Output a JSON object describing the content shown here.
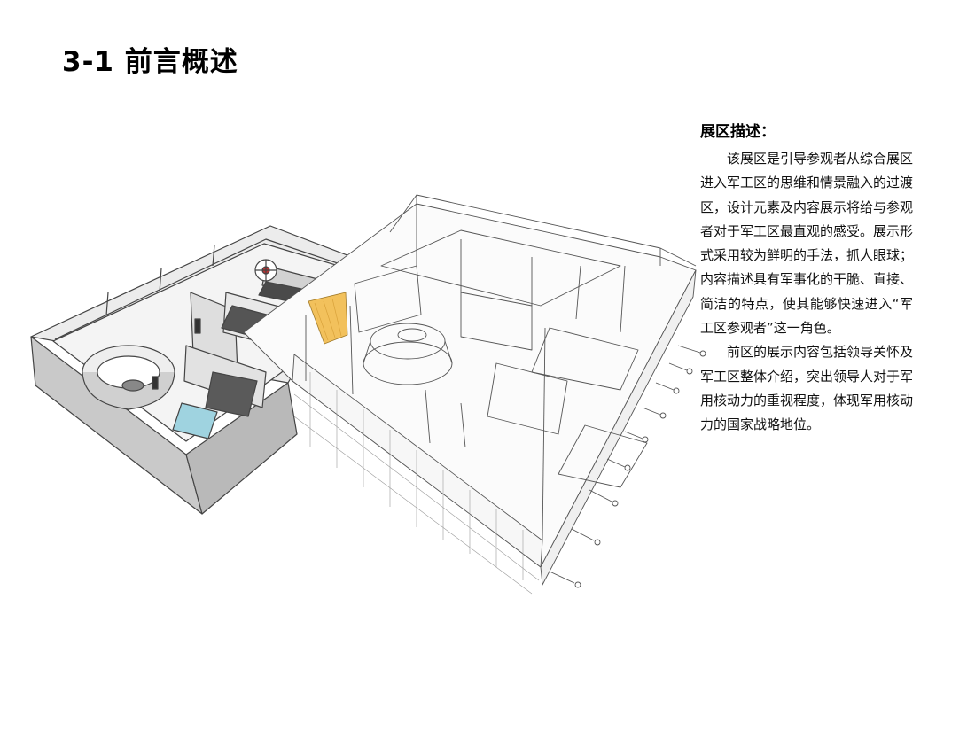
{
  "page": {
    "title": "3-1 前言概述"
  },
  "description": {
    "heading": "展区描述：",
    "paragraphs": [
      "该展区是引导参观者从综合展区进入军工区的思维和情景融入的过渡区，设计元素及内容展示将给与参观者对于军工区最直观的感受。展示形式采用较为鲜明的手法，抓人眼球；内容描述具有军事化的干脆、直接、简洁的特点，使其能够快速进入“军工区参观者”这一角色。",
      "前区的展示内容包括领导关怀及军工区整体介绍，突出领导人对于军用核动力的重视程度，体现军用核动力的国家战略地位。"
    ]
  },
  "colors": {
    "highlight_panel": "#f2c15c",
    "floor_blue": "#9fd3e0",
    "wall_gray": "#d6d6d6",
    "line": "#444444"
  }
}
